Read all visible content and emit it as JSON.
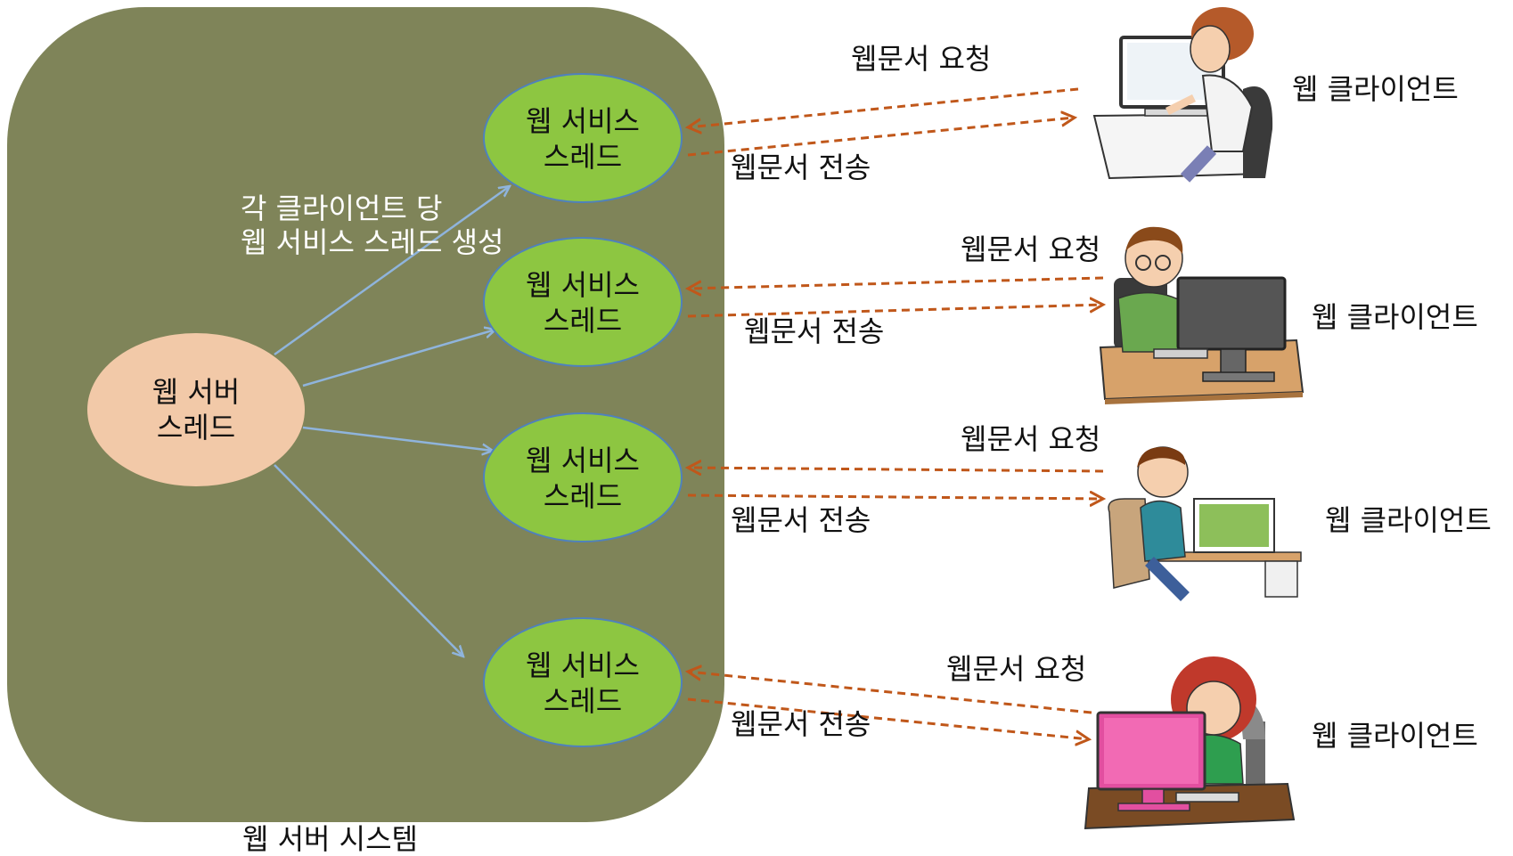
{
  "server_system_label": "웹 서버 시스템",
  "server_thread": {
    "line1": "웹 서버",
    "line2": "스레드"
  },
  "spawn_note": {
    "line1": "각 클라이언트 당",
    "line2": "웹 서비스 스레드 생성"
  },
  "service_thread": {
    "line1": "웹 서비스",
    "line2": "스레드"
  },
  "request_label": "웹문서 요청",
  "response_label": "웹문서 전송",
  "client_label": "웹 클라이언트",
  "colors": {
    "system_box": "#7f8459",
    "server_thread_fill": "#f2c9a8",
    "service_thread_fill": "#8dc641",
    "spawn_arrow": "#8fb4dc",
    "http_arrow": "#c0571a",
    "ellipse_outline": "#4f81bd"
  },
  "clients": [
    {
      "request": "웹문서 요청",
      "response": "웹문서 전송",
      "client": "웹 클라이언트"
    },
    {
      "request": "웹문서 요청",
      "response": "웹문서 전송",
      "client": "웹 클라이언트"
    },
    {
      "request": "웹문서 요청",
      "response": "웹문서 전송",
      "client": "웹 클라이언트"
    },
    {
      "request": "웹문서 요청",
      "response": "웹문서 전송",
      "client": "웹 클라이언트"
    }
  ]
}
